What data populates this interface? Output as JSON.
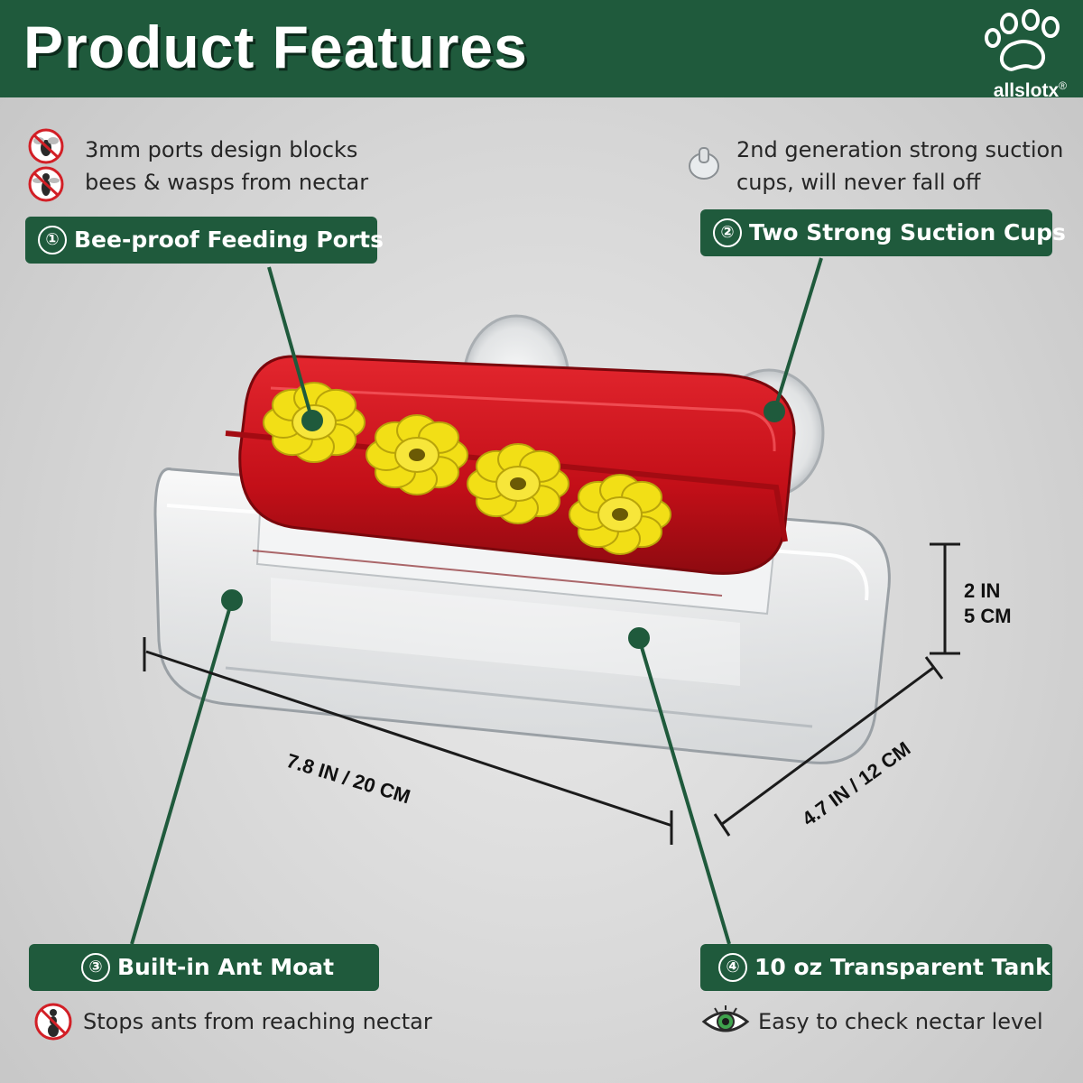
{
  "header": {
    "title": "Product Features",
    "brand": "allslotx",
    "brand_mark": "®",
    "brand_icon": "paw-icon"
  },
  "features": [
    {
      "number": "①",
      "label": "Bee-proof Feeding Ports",
      "note_lines": [
        "3mm ports design blocks",
        "bees & wasps from nectar"
      ],
      "icons": [
        "no-bee-icon",
        "no-wasp-icon"
      ]
    },
    {
      "number": "②",
      "label": "Two Strong Suction Cups",
      "note_lines": [
        "2nd generation strong suction",
        "cups, will never fall off"
      ],
      "icons": [
        "suction-cup-icon"
      ]
    },
    {
      "number": "③",
      "label": "Built-in Ant Moat",
      "note_lines": [
        "Stops ants from reaching nectar"
      ],
      "icons": [
        "no-ant-icon"
      ]
    },
    {
      "number": "④",
      "label": "10 oz Transparent Tank",
      "note_lines": [
        "Easy to check nectar level"
      ],
      "icons": [
        "eye-icon"
      ]
    }
  ],
  "dimensions": {
    "length": "7.8 IN / 20 CM",
    "width": "4.7 IN / 12 CM",
    "height_in": "2 IN",
    "height_cm": "5 CM"
  },
  "colors": {
    "brand_green": "#1f5a3c",
    "feeder_red": "#c8101a",
    "flower_yellow": "#f2df16",
    "background": "#d9d9d9"
  }
}
